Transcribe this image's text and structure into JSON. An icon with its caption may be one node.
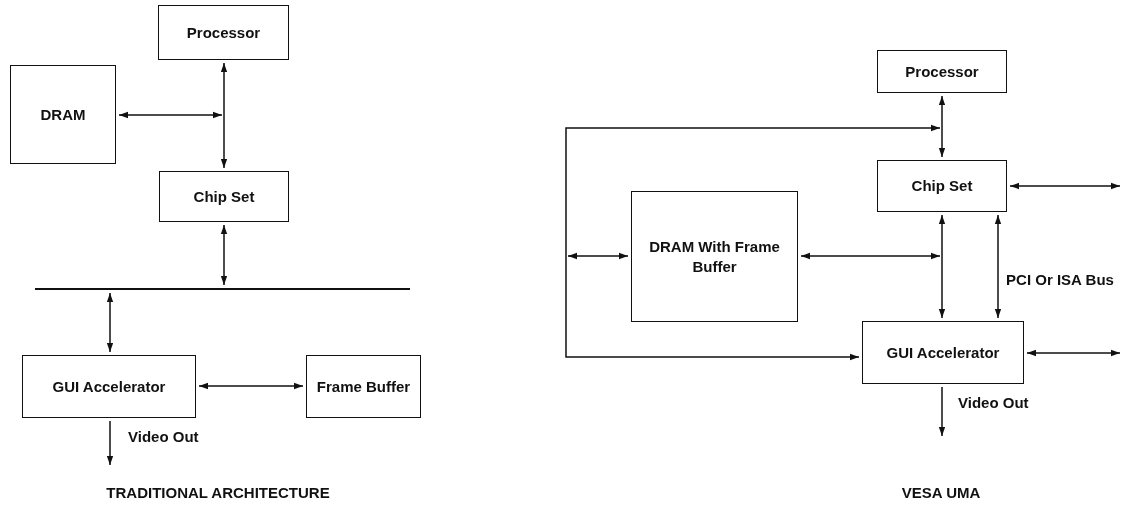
{
  "diagram": {
    "nodes": [
      {
        "text": [
          "Processor"
        ]
      },
      {
        "text": [
          "DRAM"
        ]
      },
      {
        "text": [
          "Chip Set"
        ]
      },
      {
        "text": [],
        "shape": "bar"
      },
      {
        "text": [
          "GUI Accelerator"
        ]
      },
      {
        "text": [
          "Frame Buffer"
        ]
      },
      {
        "text": [
          "Processor"
        ]
      },
      {
        "text": [
          "DRAM With Frame Buffer"
        ]
      },
      {
        "text": [
          "Chip Set"
        ]
      },
      {
        "text": [
          "GUI Accelerator"
        ]
      }
    ],
    "edges": [
      {
        "from": 0,
        "to": 2,
        "arrow": "both"
      },
      {
        "from": 1,
        "to": null,
        "arrow": "both"
      },
      {
        "from": 2,
        "to": 3,
        "arrow": "both"
      },
      {
        "from": 3,
        "to": 4,
        "arrow": "both"
      },
      {
        "from": 4,
        "to": 5,
        "arrow": "both"
      },
      {
        "from": 4,
        "to": null,
        "arrow": "to",
        "label": "Video Out"
      },
      {
        "from": 6,
        "to": 8,
        "arrow": "both"
      },
      {
        "from": null,
        "to": 9,
        "arrow": "both"
      },
      {
        "from": 7,
        "to": null,
        "arrow": "both"
      },
      {
        "from": 7,
        "to": null,
        "arrow": "both"
      },
      {
        "from": 8,
        "to": 9,
        "arrow": "both"
      },
      {
        "from": 8,
        "to": 9,
        "arrow": "both"
      },
      {
        "from": 8,
        "to": null,
        "arrow": "both"
      },
      {
        "from": 9,
        "to": null,
        "arrow": "both"
      },
      {
        "from": 9,
        "to": null,
        "arrow": "to",
        "label": "Video Out"
      }
    ],
    "labels": [
      "PCI Or ISA Bus",
      "TRADITIONAL ARCHITECTURE",
      "VESA UMA"
    ]
  }
}
